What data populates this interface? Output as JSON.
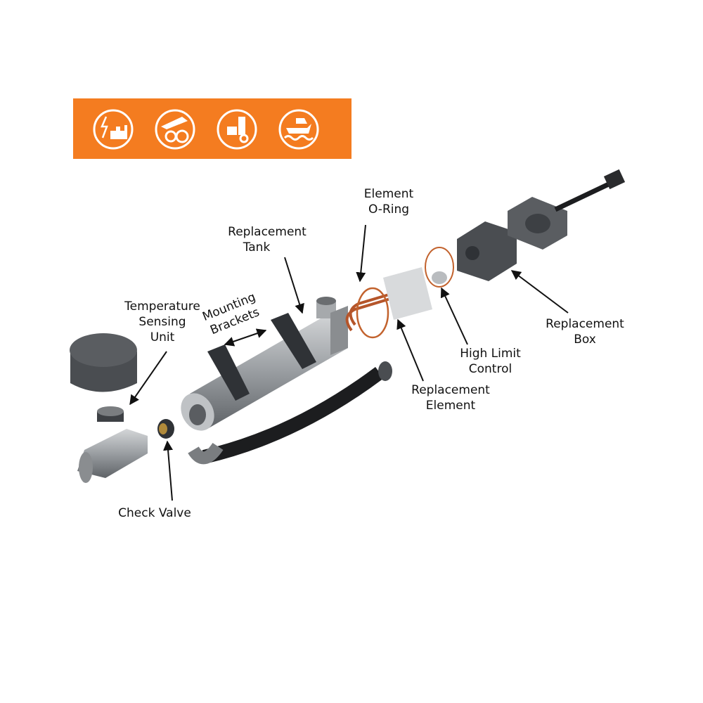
{
  "banner": {
    "color": "#F47C20",
    "icons": [
      "power-generation-icon",
      "mining-haul-truck-icon",
      "semi-truck-icon",
      "marine-boat-icon"
    ]
  },
  "labels": {
    "element_oring": [
      "Element",
      "O-Ring"
    ],
    "replacement_tank": [
      "Replacement",
      "Tank"
    ],
    "mounting_brackets": [
      "Mounting",
      "Brackets"
    ],
    "temperature_sensing_unit": [
      "Temperature",
      "Sensing",
      "Unit"
    ],
    "check_valve": [
      "Check Valve"
    ],
    "replacement_element": [
      "Replacement",
      "Element"
    ],
    "high_limit_control": [
      "High Limit",
      "Control"
    ],
    "replacement_box": [
      "Replacement",
      "Box"
    ]
  },
  "colors": {
    "metal": "#9a9ea2",
    "dark": "#3d4044",
    "copper": "#c2622d"
  }
}
